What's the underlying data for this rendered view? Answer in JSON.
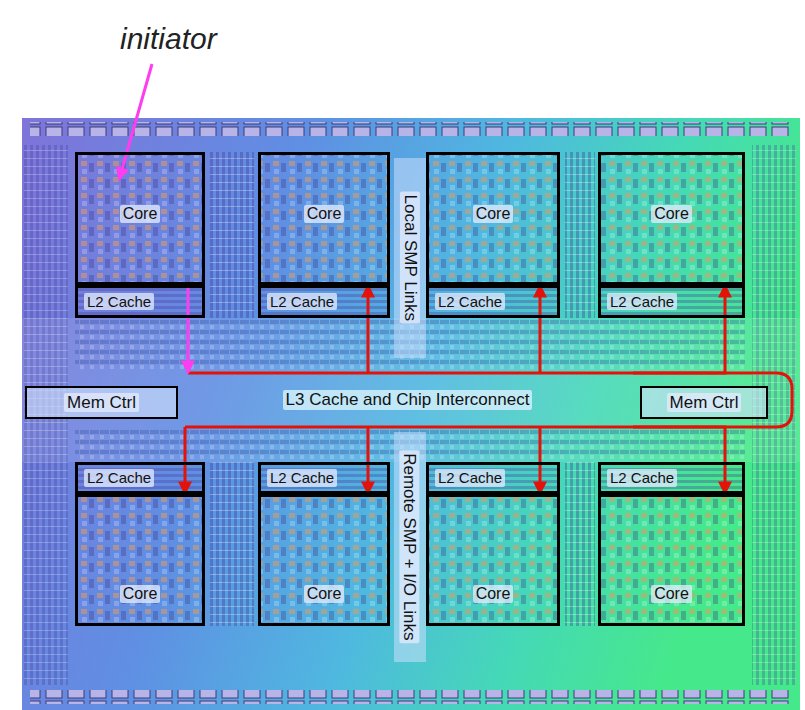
{
  "diagram": {
    "nodes": [
      {
        "text": [
          "Core"
        ]
      },
      {
        "text": [
          "Core"
        ]
      },
      {
        "text": [
          "Local SMP Links"
        ]
      },
      {
        "text": [
          "Core"
        ]
      },
      {
        "text": [
          "Core"
        ]
      },
      {
        "text": [
          "L2 Cache"
        ]
      },
      {
        "text": [
          "L2 Cache"
        ]
      },
      {
        "text": [
          "L2 Cache"
        ]
      },
      {
        "text": [
          "L2 Cache"
        ]
      },
      {
        "text": [
          "Mem Ctrl"
        ]
      },
      {
        "text": [
          "L3 Cache and Chip Interconnect"
        ]
      },
      {
        "text": [
          "Mem Ctrl"
        ]
      },
      {
        "text": [
          "L2 Cache"
        ]
      },
      {
        "text": [
          "L2 Cache"
        ]
      },
      {
        "text": [
          "L2 Cache"
        ]
      },
      {
        "text": [
          "L2 Cache"
        ]
      },
      {
        "text": [
          "Remote SMP + I/O Links"
        ]
      },
      {
        "text": [
          "Core"
        ]
      },
      {
        "text": [
          "Core"
        ]
      },
      {
        "text": [
          "Core"
        ]
      },
      {
        "text": [
          "Core"
        ]
      }
    ],
    "edges": [
      {
        "from": 0,
        "to": 10,
        "arrow": "to"
      },
      {
        "from": 10,
        "to": 1,
        "arrow": "to"
      },
      {
        "from": 10,
        "to": 3,
        "arrow": "to"
      },
      {
        "from": 10,
        "to": 4,
        "arrow": "to"
      },
      {
        "from": 10,
        "to": 17,
        "arrow": "to"
      },
      {
        "from": 10,
        "to": 18,
        "arrow": "to"
      },
      {
        "from": 10,
        "to": 19,
        "arrow": "to"
      },
      {
        "from": 10,
        "to": 20,
        "arrow": "to"
      }
    ],
    "labels": [
      "initiator"
    ]
  }
}
